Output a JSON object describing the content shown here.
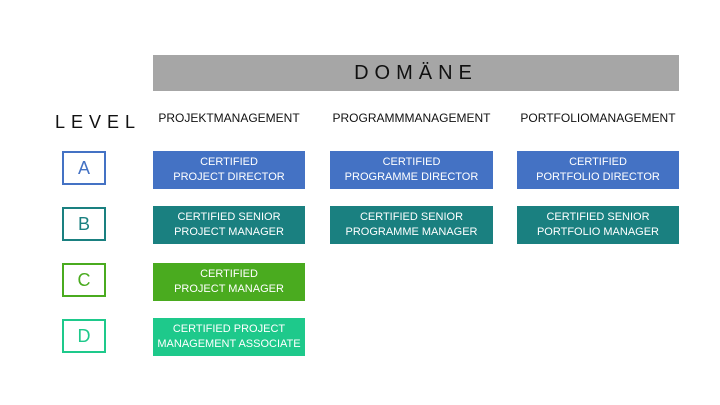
{
  "domain_title": "DOMÄNE",
  "level_title": "LEVEL",
  "columns": [
    "PROJEKTMANAGEMENT",
    "PROGRAMMMANAGEMENT",
    "PORTFOLIOMANAGEMENT"
  ],
  "levels": [
    "A",
    "B",
    "C",
    "D"
  ],
  "colors": {
    "level_a": "#4472c4",
    "level_b": "#1a8080",
    "level_c": "#4aab1f",
    "level_d": "#1ec98b",
    "banner": "#a6a6a6"
  },
  "certifications": {
    "a_project": "CERTIFIED\nPROJECT DIRECTOR",
    "a_programme": "CERTIFIED\nPROGRAMME DIRECTOR",
    "a_portfolio": "CERTIFIED\nPORTFOLIO DIRECTOR",
    "b_project": "CERTIFIED SENIOR\nPROJECT MANAGER",
    "b_programme": "CERTIFIED SENIOR\nPROGRAMME MANAGER",
    "b_portfolio": "CERTIFIED SENIOR\nPORTFOLIO MANAGER",
    "c_project": "CERTIFIED\nPROJECT MANAGER",
    "d_project": "CERTIFIED PROJECT\nMANAGEMENT ASSOCIATE"
  }
}
